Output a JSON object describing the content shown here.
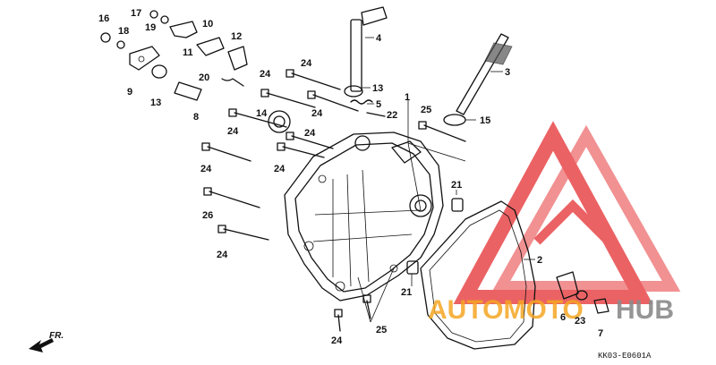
{
  "diagram_code": "KK03-E0601A",
  "direction_label": "FR.",
  "watermark": {
    "word_a": "AUTOMOTO",
    "word_b": "HUB",
    "color_a": "#f5a623",
    "color_b": "#8a8a8a",
    "logo_color": "#e8474a"
  },
  "callouts": {
    "c1": "1",
    "c2": "2",
    "c3": "3",
    "c4": "4",
    "c5": "5",
    "c6": "6",
    "c7": "7",
    "c8": "8",
    "c9": "9",
    "c10": "10",
    "c11": "11",
    "c12": "12",
    "c13a": "13",
    "c13b": "13",
    "c14": "14",
    "c15": "15",
    "c16": "16",
    "c17": "17",
    "c18": "18",
    "c19": "19",
    "c20": "20",
    "c21a": "21",
    "c21b": "21",
    "c22": "22",
    "c23": "23",
    "c24a": "24",
    "c24b": "24",
    "c24c": "24",
    "c24d": "24",
    "c24e": "24",
    "c24f": "24",
    "c24g": "24",
    "c24h": "24",
    "c25a": "25",
    "c25b": "25",
    "c26": "26"
  }
}
